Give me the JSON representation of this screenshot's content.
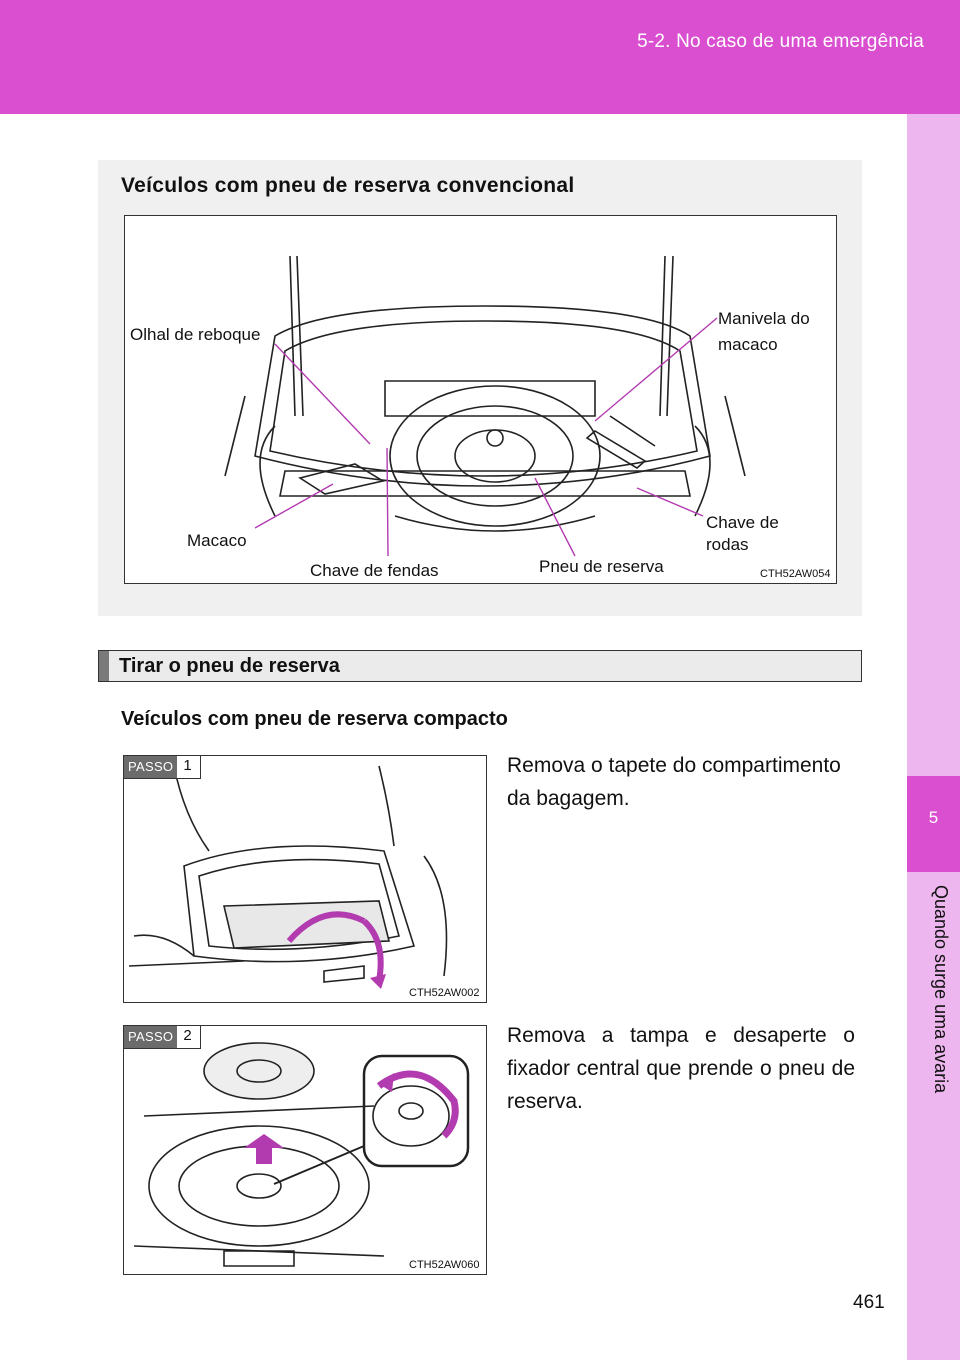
{
  "header": {
    "section": "5-2. No caso de uma emergência",
    "band_color": "#d94fd0"
  },
  "side_tab": {
    "number": "5",
    "title": "Quando surge uma avaria",
    "color": "#eeb6ee"
  },
  "panel": {
    "title": "Veículos com pneu de reserva convencional",
    "figure": {
      "code": "CTH52AW054",
      "labels": {
        "tow_eye": "Olhal de reboque",
        "jack_handle_line1": "Manivela do",
        "jack_handle_line2": "macaco",
        "jack": "Macaco",
        "screwdriver": "Chave de fendas",
        "spare_tire": "Pneu de reserva",
        "wheel_wrench_line1": "Chave de",
        "wheel_wrench_line2": "rodas"
      },
      "callout_color": "#b23bb0"
    }
  },
  "section": {
    "title": "Tirar o pneu de reserva",
    "subheading": "Veículos com pneu de reserva compacto"
  },
  "steps": [
    {
      "badge_word": "PASSO",
      "badge_num": "1",
      "figure_code": "CTH52AW002",
      "text": "Remova o tapete do compartimento da bagagem."
    },
    {
      "badge_word": "PASSO",
      "badge_num": "2",
      "figure_code": "CTH52AW060",
      "text": "Remova a tampa e desaperte o fixador central que prende o pneu de reserva."
    }
  ],
  "page_number": "461"
}
